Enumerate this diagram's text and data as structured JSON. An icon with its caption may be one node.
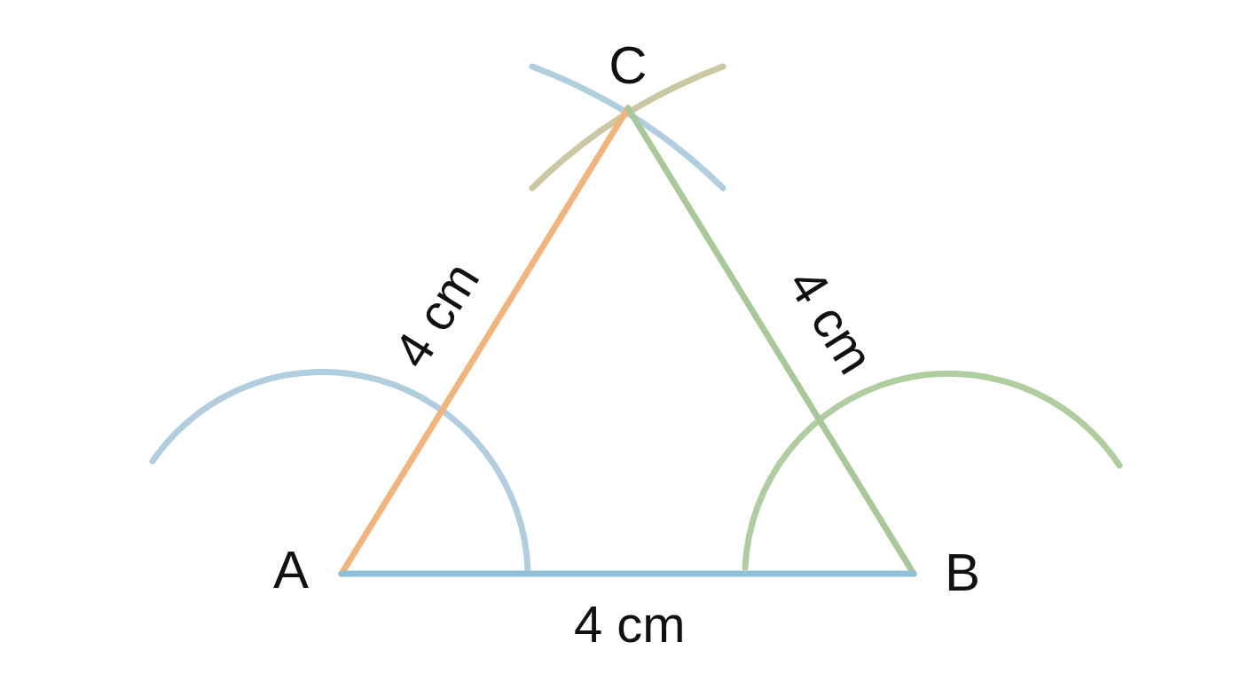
{
  "diagram": {
    "nodes": [
      {
        "text": [
          "A"
        ]
      },
      {
        "text": [
          "B"
        ]
      },
      {
        "text": [
          "C"
        ]
      }
    ],
    "edges": [
      {
        "from": 0,
        "to": 2,
        "arrow": "none",
        "label": "4 cm",
        "color": "#f2b47c"
      },
      {
        "from": 2,
        "to": 1,
        "arrow": "none",
        "label": "4 cm",
        "color": "#a8c89a"
      },
      {
        "from": 0,
        "to": 1,
        "arrow": "none",
        "label": "4 cm",
        "color": "#90c0d8"
      }
    ]
  }
}
